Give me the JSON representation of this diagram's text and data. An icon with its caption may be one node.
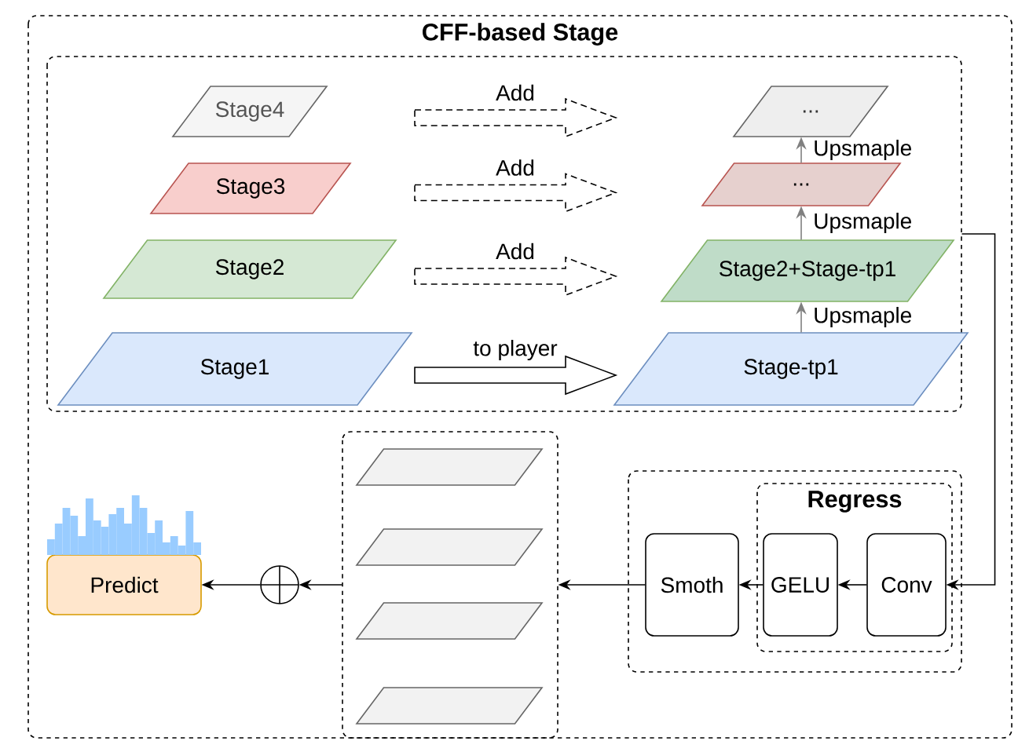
{
  "diagram": {
    "nodes": [
      {
        "text": [
          "CFF-based Stage"
        ]
      },
      {
        "text": [],
        "shape": "box",
        "in": 0
      },
      {
        "text": [
          "Stage4"
        ],
        "in": 1
      },
      {
        "text": [
          "Stage3"
        ],
        "in": 1
      },
      {
        "text": [
          "Stage2"
        ],
        "in": 1
      },
      {
        "text": [
          "Stage1"
        ],
        "in": 1
      },
      {
        "text": [
          "..."
        ],
        "in": 1
      },
      {
        "text": [
          "..."
        ],
        "in": 1
      },
      {
        "text": [
          "Stage2+Stage-tp1"
        ],
        "in": 1
      },
      {
        "text": [
          "Stage-tp1"
        ],
        "in": 1
      },
      {
        "text": [],
        "shape": "box",
        "in": 0
      },
      {
        "text": [
          "Regress"
        ],
        "in": 10
      },
      {
        "text": [
          "Smoth"
        ],
        "in": 10
      },
      {
        "text": [
          "GELU"
        ],
        "in": 11
      },
      {
        "text": [
          "Conv"
        ],
        "in": 11
      },
      {
        "text": [],
        "shape": "box",
        "in": 0
      },
      {
        "text": [],
        "shape": "parallelogram",
        "in": 15
      },
      {
        "text": [],
        "shape": "parallelogram",
        "in": 15
      },
      {
        "text": [],
        "shape": "parallelogram",
        "in": 15
      },
      {
        "text": [],
        "shape": "parallelogram",
        "in": 15
      },
      {
        "text": [],
        "shape": "circle",
        "in": 0
      },
      {
        "text": [
          "Predict"
        ],
        "in": 0
      }
    ],
    "edges": [
      {
        "from": 2,
        "to": 6,
        "arrow": "to",
        "label": "Add",
        "style": "dashed"
      },
      {
        "from": 3,
        "to": 7,
        "arrow": "to",
        "label": "Add",
        "style": "dashed"
      },
      {
        "from": 4,
        "to": 8,
        "arrow": "to",
        "label": "Add",
        "style": "dashed"
      },
      {
        "from": 5,
        "to": 9,
        "arrow": "to",
        "label": "to player"
      },
      {
        "from": 9,
        "to": 8,
        "arrow": "to",
        "label": "Upsmaple",
        "color": "#808080"
      },
      {
        "from": 8,
        "to": 7,
        "arrow": "to",
        "label": "Upsmaple",
        "color": "#808080"
      },
      {
        "from": 7,
        "to": 6,
        "arrow": "to",
        "label": "Upsmaple",
        "color": "#808080"
      },
      {
        "from": 1,
        "to": 14,
        "arrow": "to"
      },
      {
        "from": 14,
        "to": 13,
        "arrow": "to"
      },
      {
        "from": 13,
        "to": 12,
        "arrow": "to"
      },
      {
        "from": 12,
        "to": 15,
        "arrow": "to"
      },
      {
        "from": 15,
        "to": 20,
        "arrow": "to"
      },
      {
        "from": 20,
        "to": 21,
        "arrow": "to"
      }
    ]
  }
}
